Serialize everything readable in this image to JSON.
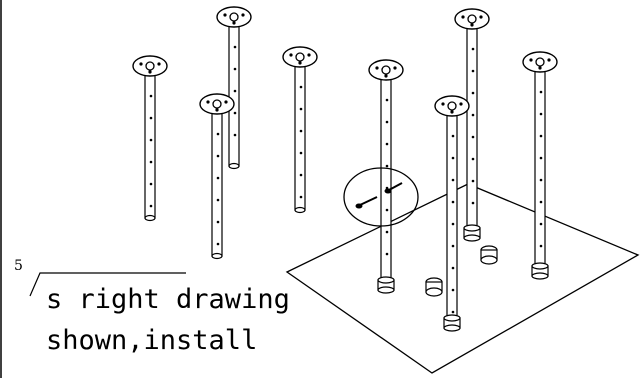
{
  "step": {
    "number": "5",
    "text_line1": "s right drawing",
    "text_line2": "shown,install"
  },
  "colors": {
    "ink": "#000000",
    "background": "#ffffff"
  }
}
